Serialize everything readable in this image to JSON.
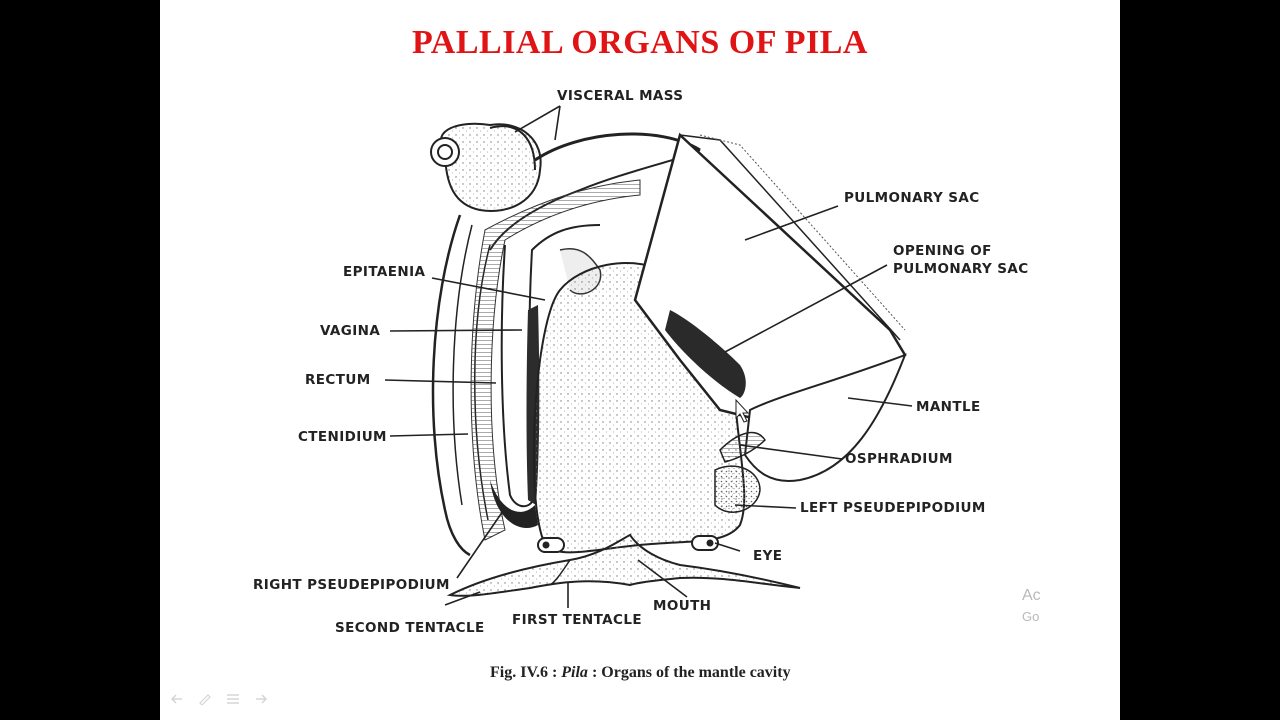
{
  "title": "PALLIAL ORGANS OF PILA",
  "labels": {
    "visceral_mass": "VISCERAL MASS",
    "pulmonary_sac": "PULMONARY SAC",
    "opening_1": "OPENING OF",
    "opening_2": "PULMONARY SAC",
    "epitaenia": "EPITAENIA",
    "vagina": "VAGINA",
    "rectum": "RECTUM",
    "ctenidium": "CTENIDIUM",
    "mantle": "MANTLE",
    "osphradium": "OSPHRADIUM",
    "left_pseudepipodium": "LEFT PSEUDEPIPODIUM",
    "eye": "EYE",
    "right_pseudepipodium": "RIGHT PSEUDEPIPODIUM",
    "mouth": "MOUTH",
    "second_tentacle": "SECOND TENTACLE",
    "first_tentacle": "FIRST TENTACLE"
  },
  "caption": {
    "prefix": "Fig. IV.6 : ",
    "genus": "Pila",
    "suffix": " : Organs of the mantle cavity"
  },
  "watermark": {
    "line1": "Ac",
    "line2": "Go"
  }
}
